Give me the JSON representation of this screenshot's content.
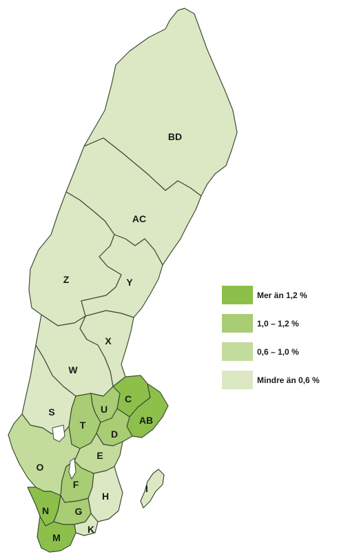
{
  "colors": {
    "class1": "#8cc04b",
    "class2": "#a8cd74",
    "class3": "#c3dc9c",
    "class4": "#dbe8c3"
  },
  "legend": [
    {
      "label": "Mer än 1,2 %",
      "color": "#8cc04b"
    },
    {
      "label": "1,0 – 1,2 %",
      "color": "#a8cd74"
    },
    {
      "label": "0,6 – 1,0 %",
      "color": "#c3dc9c"
    },
    {
      "label": "Mindre än 0,6 %",
      "color": "#dbe8c3"
    }
  ],
  "counties": [
    {
      "code": "BD",
      "class": "class4"
    },
    {
      "code": "AC",
      "class": "class4"
    },
    {
      "code": "Z",
      "class": "class4"
    },
    {
      "code": "Y",
      "class": "class4"
    },
    {
      "code": "X",
      "class": "class4"
    },
    {
      "code": "W",
      "class": "class4"
    },
    {
      "code": "S",
      "class": "class4"
    },
    {
      "code": "C",
      "class": "class1"
    },
    {
      "code": "AB",
      "class": "class1"
    },
    {
      "code": "U",
      "class": "class2"
    },
    {
      "code": "T",
      "class": "class2"
    },
    {
      "code": "D",
      "class": "class2"
    },
    {
      "code": "E",
      "class": "class3"
    },
    {
      "code": "O",
      "class": "class3"
    },
    {
      "code": "F",
      "class": "class2"
    },
    {
      "code": "H",
      "class": "class4"
    },
    {
      "code": "I",
      "class": "class4"
    },
    {
      "code": "N",
      "class": "class1"
    },
    {
      "code": "G",
      "class": "class2"
    },
    {
      "code": "K",
      "class": "class4"
    },
    {
      "code": "M",
      "class": "class1"
    }
  ]
}
